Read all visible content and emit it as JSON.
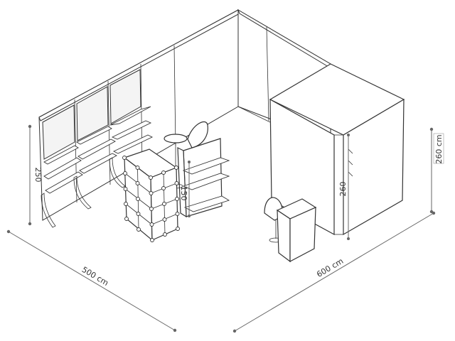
{
  "dimensions": {
    "width_left": "500 cm",
    "width_right": "600 cm",
    "height_box": "260 cm",
    "height_wall_left": "250",
    "height_inner_box": "260",
    "height_counter": "150"
  },
  "colors": {
    "line": "#333333",
    "dimension": "#666666",
    "background": "#ffffff"
  }
}
